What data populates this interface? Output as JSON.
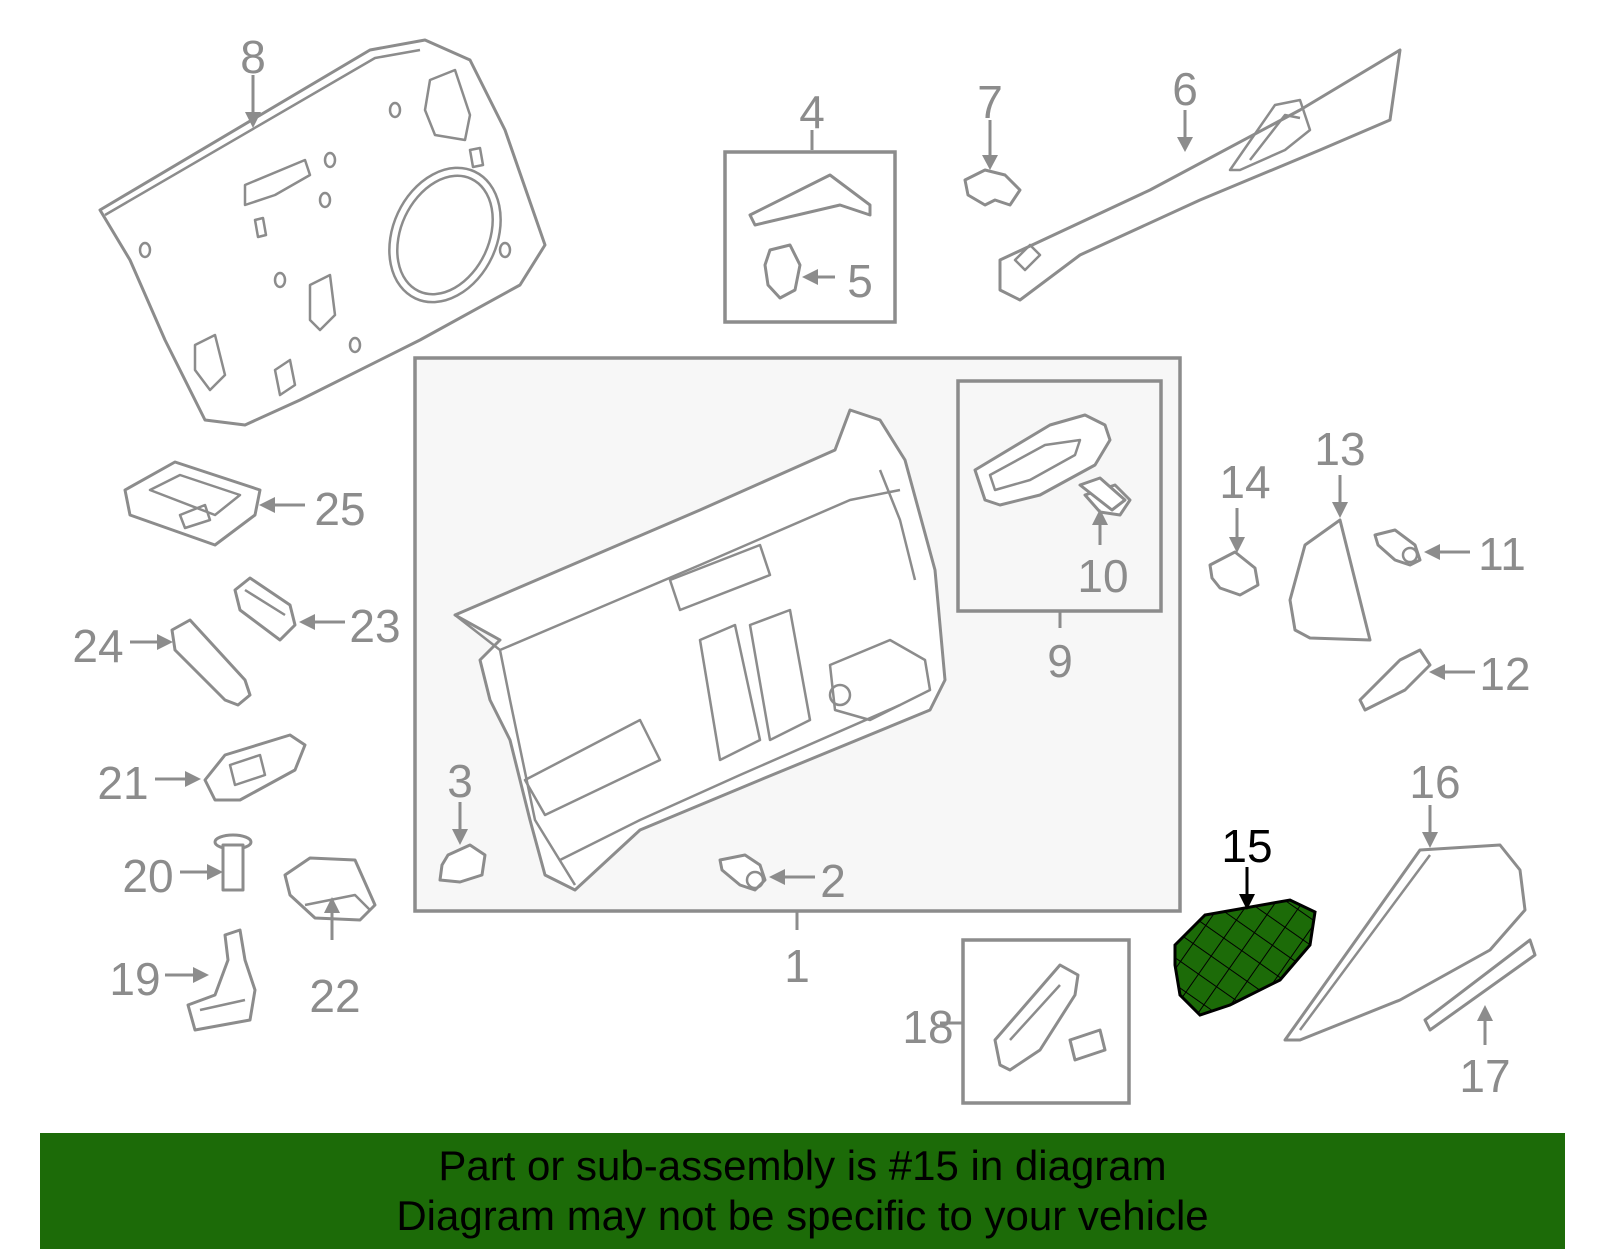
{
  "highlight_color": "#1c6b08",
  "part_color": "#8c8c8c",
  "highlighted_part": "15",
  "callouts": {
    "c1": "1",
    "c2": "2",
    "c3": "3",
    "c4": "4",
    "c5": "5",
    "c6": "6",
    "c7": "7",
    "c8": "8",
    "c9": "9",
    "c10": "10",
    "c11": "11",
    "c12": "12",
    "c13": "13",
    "c14": "14",
    "c15": "15",
    "c16": "16",
    "c17": "17",
    "c18": "18",
    "c19": "19",
    "c20": "20",
    "c21": "21",
    "c22": "22",
    "c23": "23",
    "c24": "24",
    "c25": "25"
  },
  "banner": {
    "line1": "Part or sub-assembly is #15 in diagram",
    "line2": "Diagram may not be specific to your vehicle"
  }
}
